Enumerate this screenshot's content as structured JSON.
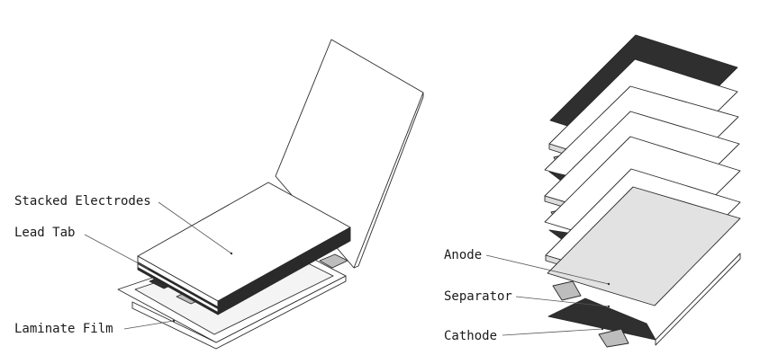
{
  "labels": {
    "stacked_electrodes": "Stacked Electrodes",
    "lead_tab": "Lead Tab",
    "laminate_film": "Laminate Film",
    "anode": "Anode",
    "separator": "Separator",
    "cathode": "Cathode"
  },
  "colors": {
    "background": "#ffffff",
    "outline": "#2a2a2a",
    "film_white": "#ffffff",
    "separator_gray": "#dcdcdc",
    "tab_gray": "#bdbdbd",
    "electrode_dark": "#333333",
    "leader_line": "#555555"
  }
}
